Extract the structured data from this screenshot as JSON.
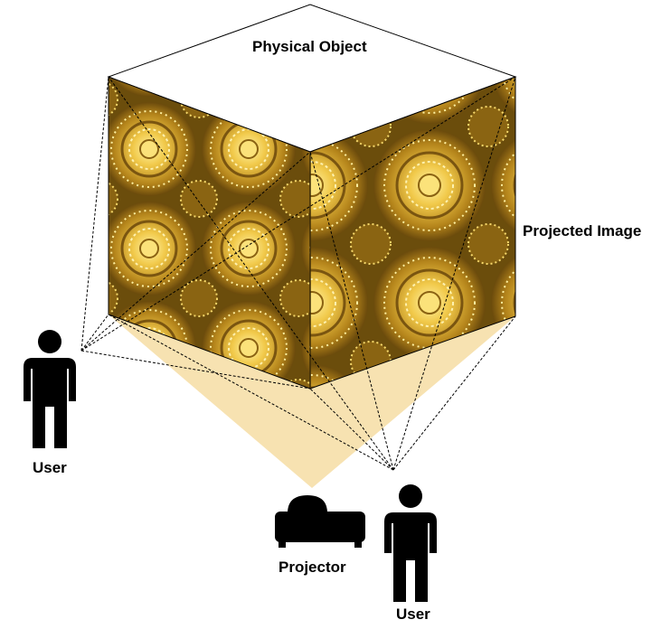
{
  "labels": {
    "physical_object": "Physical Object",
    "projected_image": "Projected Image",
    "user_left": "User",
    "projector": "Projector",
    "user_right": "User"
  },
  "colors": {
    "pattern_dark": "#5e4308",
    "pattern_mid": "#b88a18",
    "pattern_light": "#f6d563",
    "light_beam": "#f6dfa9",
    "figure": "#000000",
    "outline": "#000000"
  },
  "icons": [
    "user-icon",
    "projector-icon"
  ]
}
